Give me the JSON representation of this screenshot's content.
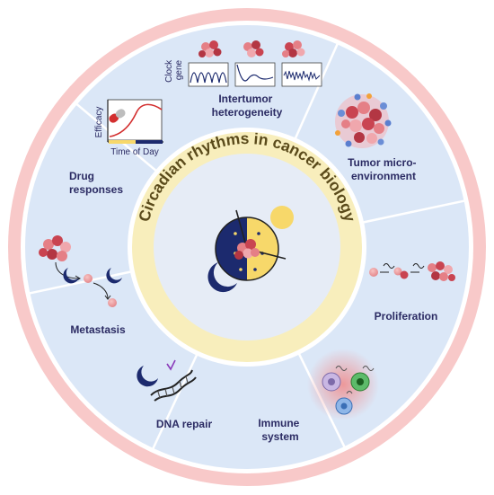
{
  "title": "Circadian rhythms in cancer biology",
  "segments": {
    "intertumor": {
      "line1": "Intertumor",
      "line2": "heterogeneity"
    },
    "micro": {
      "line1": "Tumor micro-",
      "line2": "environment"
    },
    "proliferation": {
      "line1": "Proliferation"
    },
    "immune": {
      "line1": "Immune",
      "line2": "system"
    },
    "dna": {
      "line1": "DNA repair"
    },
    "metastasis": {
      "line1": "Metastasis"
    },
    "drug": {
      "line1": "Drug",
      "line2": "responses"
    }
  },
  "drug_chart": {
    "ylabel": "Efficacy",
    "xlabel": "Time of Day"
  },
  "clock_label": {
    "line1": "Clock",
    "line2": "gene"
  },
  "colors": {
    "outer_ring": "#f8c9c9",
    "segment_fill": "#dbe7f7",
    "divider": "#ffffff",
    "center_ring": "#f8eebc",
    "center_fill": "#e6ecf6",
    "navy": "#1c2a6e",
    "yellow": "#f7d86a",
    "label_text": "#2b2b63"
  }
}
